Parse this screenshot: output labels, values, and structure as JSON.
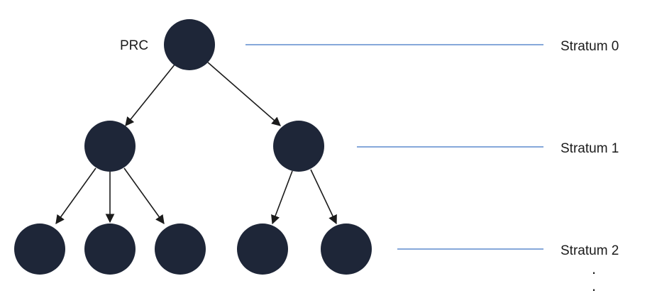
{
  "diagram": {
    "root_label": "PRC",
    "strata": [
      {
        "label": "Stratum 0"
      },
      {
        "label": "Stratum 1"
      },
      {
        "label": "Stratum 2"
      }
    ],
    "continuation": [
      ".",
      "."
    ],
    "colors": {
      "node": "#1e2638",
      "edge": "#1b1b1b",
      "guide": "#3d73c4"
    }
  }
}
